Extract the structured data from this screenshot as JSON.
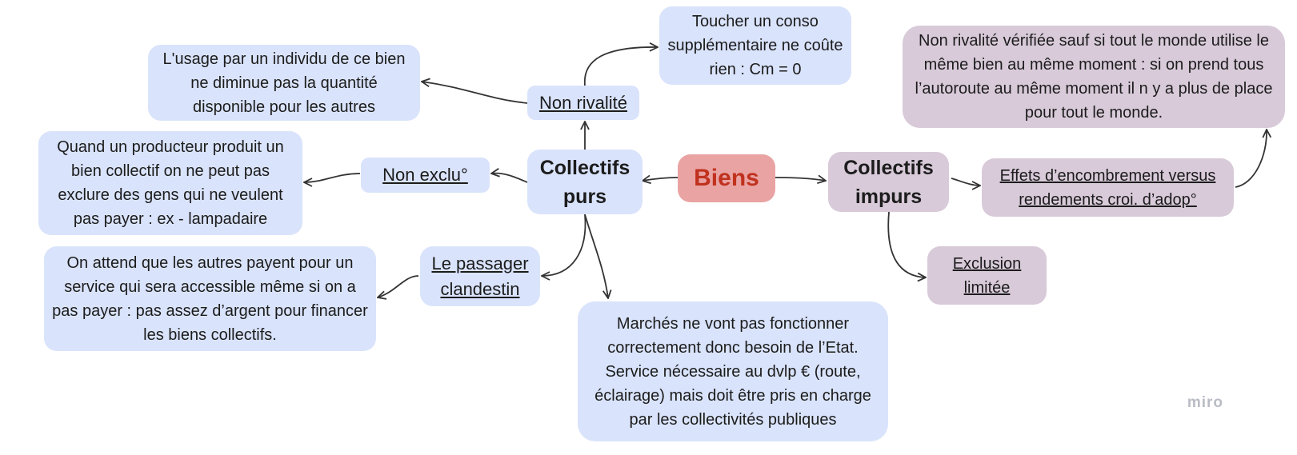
{
  "diagram": {
    "center": {
      "text": "Biens",
      "color": "#c0321e"
    },
    "purs": {
      "title": "Collectifs purs"
    },
    "impurs": {
      "title": "Collectifs impurs"
    },
    "non_rivalite": {
      "label": "Non rivalité",
      "def": "L'usage par un individu de ce bien ne diminue pas la quantité disponible pour les autres",
      "cout": "Toucher un conso supplémentaire ne coûte rien : Cm = 0"
    },
    "non_exclusion": {
      "label": "Non exclu°",
      "def": "Quand un producteur produit un bien collectif on ne peut pas exclure des gens qui ne veulent pas payer : ex - lampadaire"
    },
    "passager": {
      "label": "Le passager clandestin",
      "def": "On attend que les autres payent pour un service qui sera accessible même si on a pas payer : pas assez d’argent pour financer les biens collectifs."
    },
    "marches": {
      "text": "Marchés ne vont pas fonctionner correctement donc besoin de l’Etat. Service nécessaire au dvlp € (route, éclairage) mais doit être pris en charge par les collectivités publiques"
    },
    "effets": {
      "label": "Effets d’encombrement versus rendements croi. d’adop°",
      "def": "Non rivalité vérifiée sauf si tout le monde utilise le même bien au même moment : si on prend tous l’autoroute au même moment il n y a plus de place pour tout le monde."
    },
    "exclusion_limitee": {
      "label": "Exclusion limitée"
    }
  },
  "watermark": "miro",
  "colors": {
    "blue": "#d9e3fb",
    "purple": "#d8cad9",
    "red": "#e9a3a3",
    "accent": "#c0321e",
    "edge": "#333333"
  }
}
